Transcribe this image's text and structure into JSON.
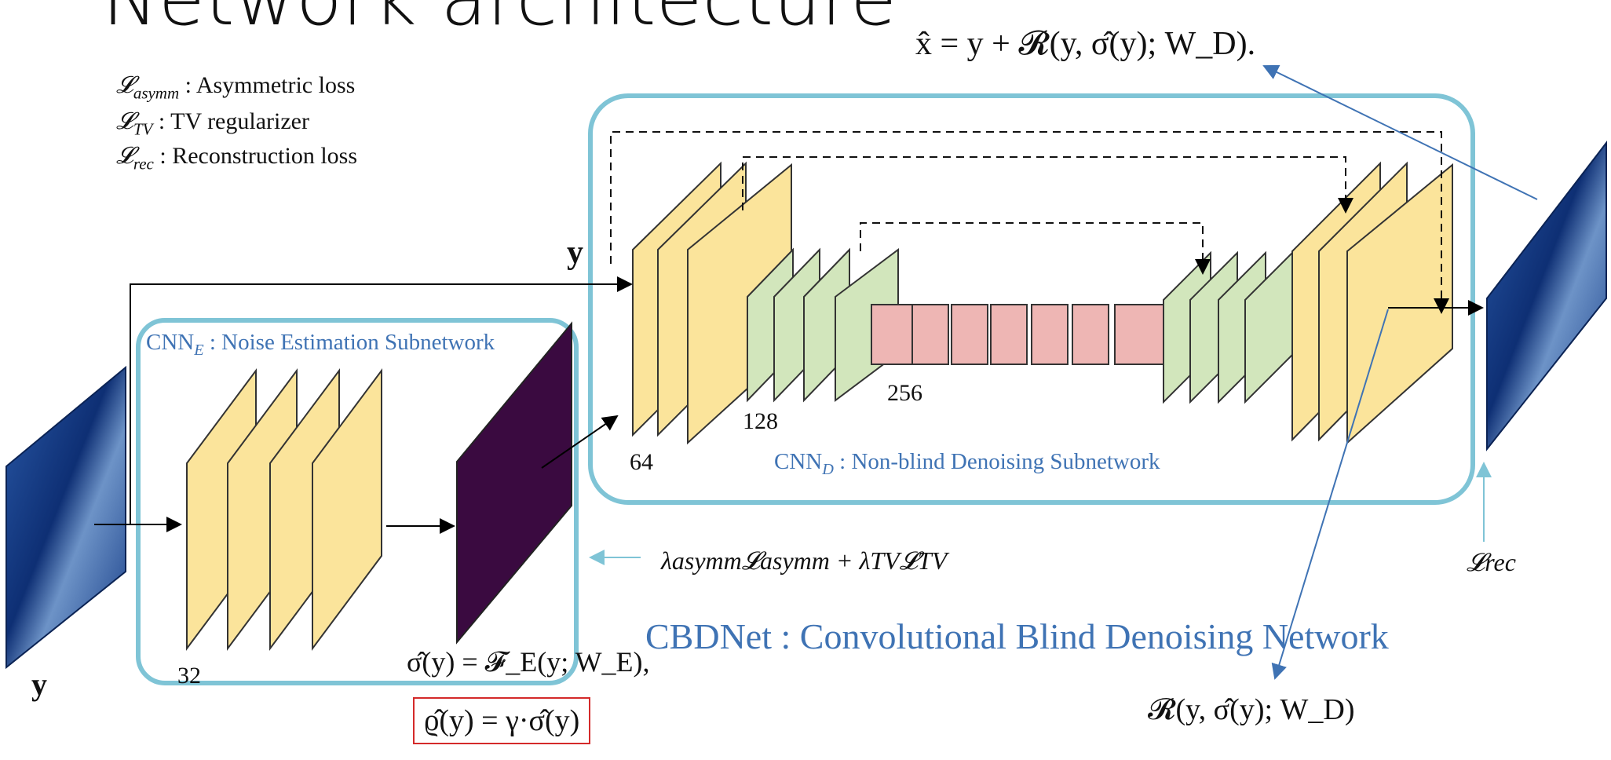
{
  "title": "Network architecture",
  "legend": [
    {
      "sym": "L",
      "sub": "asymm",
      "text": ": Asymmetric loss"
    },
    {
      "sym": "L",
      "sub": "TV",
      "text": ": TV regularizer"
    },
    {
      "sym": "L",
      "sub": "rec",
      "text": ": Reconstruction loss"
    }
  ],
  "cnn_e": {
    "name": "CNN",
    "sub": "E",
    "desc": ": Noise Estimation Subnetwork",
    "channels": "32"
  },
  "cnn_d": {
    "name": "CNN",
    "sub": "D",
    "desc": ": Non-blind Denoising Subnetwork",
    "channels": [
      "64",
      "128",
      "256"
    ]
  },
  "input_label": "y",
  "input_label_top": "y",
  "loss_estimation": "λasymm𝓛asymm + λTV𝓛TV",
  "loss_rec": "𝓛rec",
  "network_name": "CBDNet : Convolutional Blind Denoising Network",
  "eq_output": "x̂ = y + 𝓡(y, σ̂(y); W_D).",
  "eq_sigma": "σ̂(y) = 𝓕_E(y; W_E),",
  "eq_rho": "ϱ̂(y) = γ·σ̂(y)",
  "eq_residual": "𝓡(y, σ̂(y); W_D)",
  "colors": {
    "frame": "#7fc4d6",
    "yellow": "#fbe49b",
    "green": "#d2e6bc",
    "red": "#eeb6b4",
    "noise_map": "#3a0a40",
    "accent_blue": "#3f73b4"
  }
}
